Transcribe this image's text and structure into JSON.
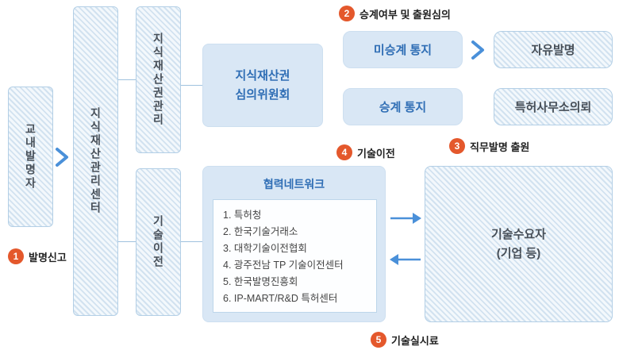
{
  "colors": {
    "solid_fill": "#d9e7f5",
    "solid_text": "#2f6eb5",
    "hatch_stripe": "#d2e2f0",
    "hatch_border": "#b3cfe6",
    "hatch_text": "#474f58",
    "badge_bg": "#e4582c",
    "badge_text": "#ffffff",
    "arrow": "#4a90d9"
  },
  "nodes": {
    "inventor": {
      "label": "교내발명자"
    },
    "ip_center": {
      "label": "지식재산관리센터"
    },
    "ip_mgmt": {
      "label": "지식재산권관리"
    },
    "tech_transfer": {
      "label": "기술이전"
    },
    "committee": {
      "line1": "지식재산권",
      "line2": "심의위원회"
    },
    "notice_no_succession": {
      "label": "미승계 통지"
    },
    "free_invention": {
      "label": "자유발명"
    },
    "notice_succession": {
      "label": "승계 통지"
    },
    "patent_office_request": {
      "label": "특허사무소의뢰"
    },
    "network": {
      "title": "협력네트워크",
      "items": [
        "1. 특허청",
        "2. 한국기술거래소",
        "3. 대학기술이전협회",
        "4. 광주전남 TP 기술이전센터",
        "5. 한국발명진흥회",
        "6. IP-MART/R&D 특허센터"
      ]
    },
    "tech_consumer": {
      "line1": "기술수요자",
      "line2": "(기업 등)"
    }
  },
  "steps": {
    "s1": {
      "num": "1",
      "label": "발명신고"
    },
    "s2": {
      "num": "2",
      "label": "승계여부 및 출원심의"
    },
    "s3": {
      "num": "3",
      "label": "직무발명 출원"
    },
    "s4": {
      "num": "4",
      "label": "기술이전"
    },
    "s5": {
      "num": "5",
      "label": "기술실시료"
    }
  }
}
